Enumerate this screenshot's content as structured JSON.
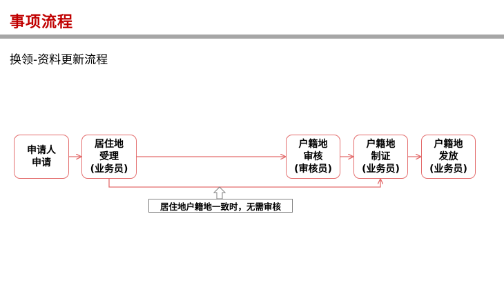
{
  "header": {
    "title": "事项流程",
    "subtitle": "换领-资料更新流程"
  },
  "diagram": {
    "nodes": [
      {
        "id": "applicant",
        "lines": [
          "申请人",
          "申请"
        ]
      },
      {
        "id": "residence",
        "lines": [
          "居住地",
          "受理",
          "(业务员)"
        ]
      },
      {
        "id": "hukou-review",
        "lines": [
          "户籍地",
          "审核",
          "(审核员)"
        ]
      },
      {
        "id": "hukou-make",
        "lines": [
          "户籍地",
          "制证",
          "(业务员)"
        ]
      },
      {
        "id": "hukou-issue",
        "lines": [
          "户籍地",
          "发放",
          "(业务员)"
        ]
      }
    ],
    "note": "居住地户籍地一致时，无需审核"
  },
  "colors": {
    "title": "#c00000",
    "node_border": "#e36c6c",
    "arrow": "#e36c6c",
    "title_bar": "#a6a6a6"
  }
}
